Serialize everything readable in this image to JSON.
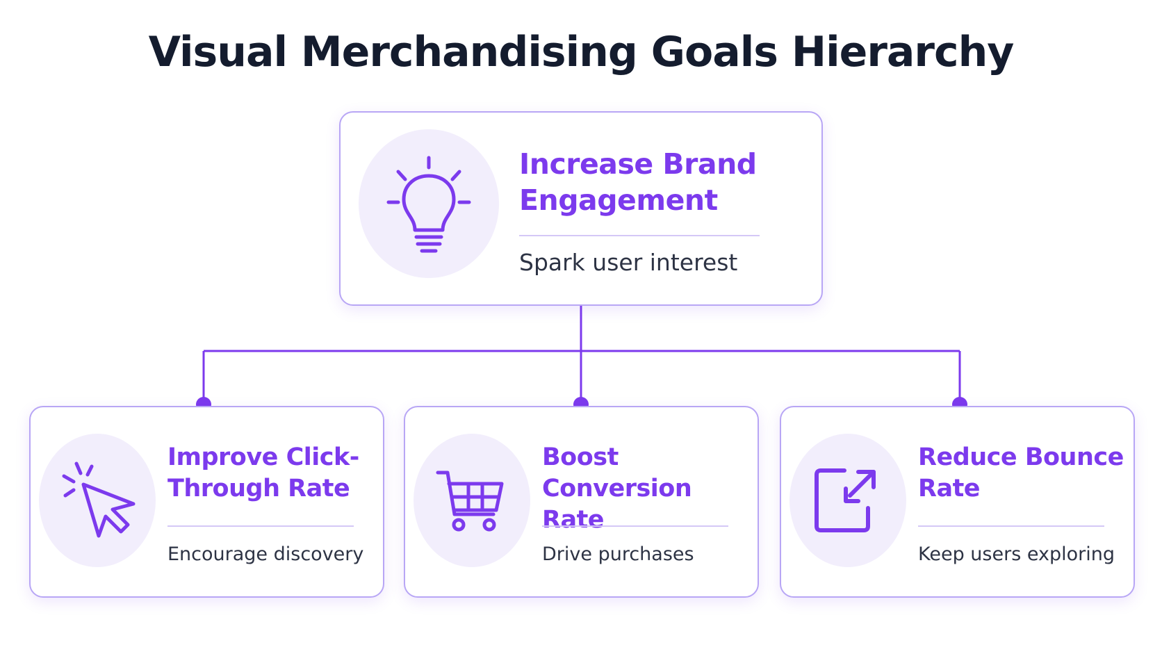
{
  "title": "Visual Merchandising Goals Hierarchy",
  "colors": {
    "accent": "#7c3aed",
    "border": "#b8a6f5",
    "icon_bg": "#f2eefc",
    "title_text": "#141c2e",
    "body_text": "#2d3344"
  },
  "root": {
    "icon": "lightbulb-icon",
    "title_line1": "Increase Brand",
    "title_line2": "Engagement",
    "subtitle": "Spark user interest"
  },
  "children": [
    {
      "icon": "cursor-click-icon",
      "title_line1": "Improve Click-",
      "title_line2": "Through Rate",
      "subtitle": "Encourage discovery"
    },
    {
      "icon": "shopping-cart-icon",
      "title_line1": "Boost Conversion",
      "title_line2": "Rate",
      "subtitle": "Drive purchases"
    },
    {
      "icon": "expand-arrow-icon",
      "title_line1": "Reduce Bounce",
      "title_line2": "Rate",
      "subtitle": "Keep users exploring"
    }
  ]
}
